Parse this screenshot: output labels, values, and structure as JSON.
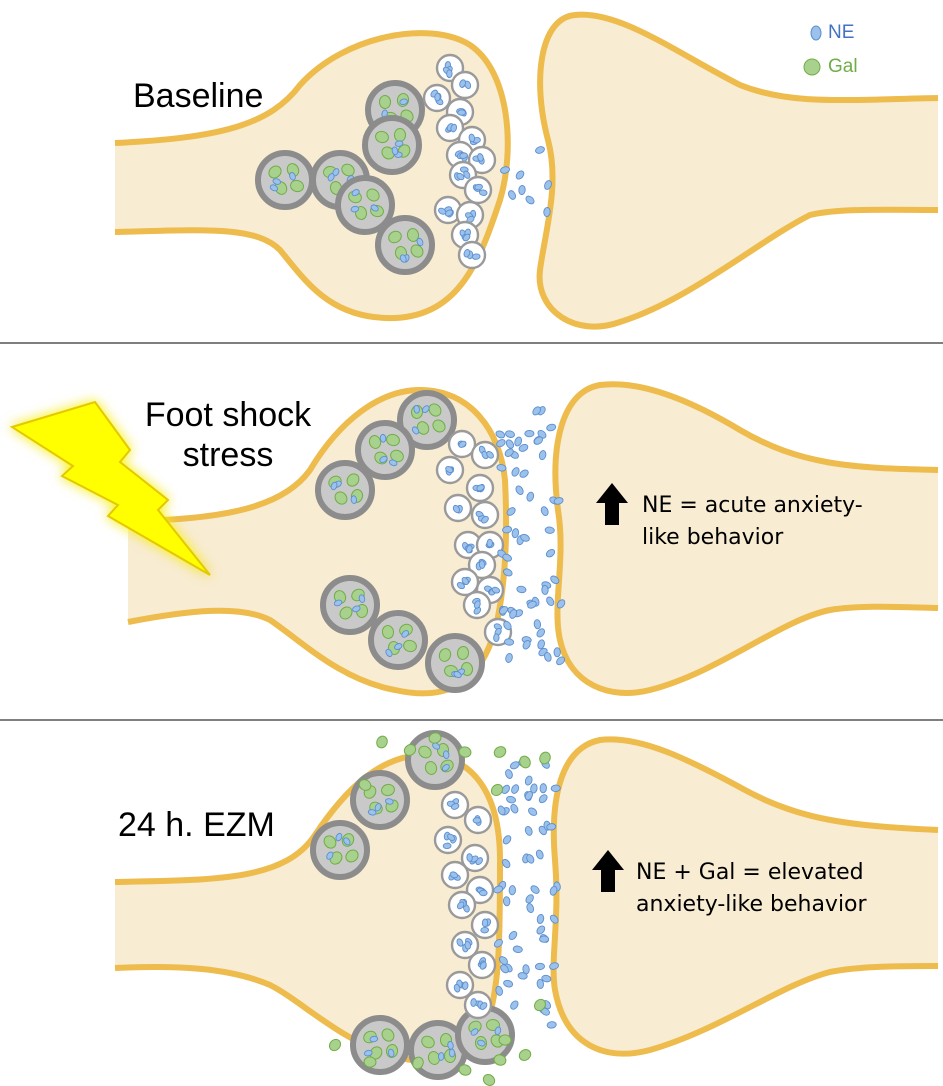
{
  "legend": {
    "ne": {
      "label": "NE",
      "color": "#4472c4"
    },
    "gal": {
      "label": "Gal",
      "color": "#70ad47"
    }
  },
  "panels": [
    {
      "label": "Baseline"
    },
    {
      "label_line1": "Foot shock",
      "label_line2": "stress",
      "effect_line1": "NE = acute anxiety-",
      "effect_line2": "like behavior"
    },
    {
      "label": "24 h. EZM",
      "effect_line1": "NE + Gal = elevated",
      "effect_line2": "anxiety-like behavior"
    }
  ],
  "colors": {
    "neuron_fill": "#f8ecd2",
    "membrane": "#eebb4d",
    "ne_vesicle_fill": "#9cc1ea",
    "ne_vesicle_stroke": "#5b8fd0",
    "gal_fill": "#a9d18e",
    "gal_stroke": "#70ad47",
    "dcv_fill": "#c9c9c9",
    "dcv_stroke": "#8c8c8c",
    "bolt_fill": "#ffff00",
    "bolt_stroke": "#e4c800",
    "separator": "#333333"
  }
}
